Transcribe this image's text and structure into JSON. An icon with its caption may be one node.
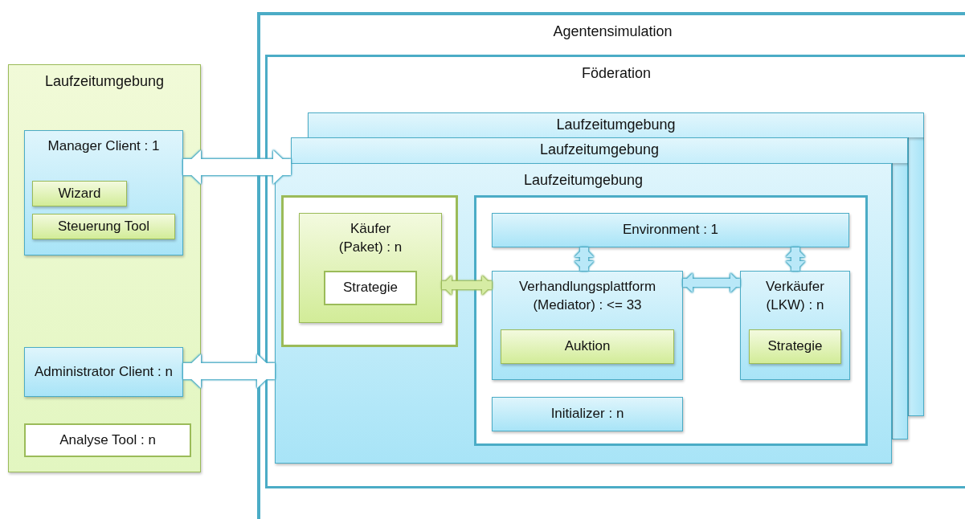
{
  "diagram": {
    "nodes": [
      {
        "text": [
          "Agentensimulation"
        ]
      },
      {
        "text": [
          "Föderation"
        ],
        "in": 0
      },
      {
        "text": [
          "Laufzeitumgebung"
        ],
        "in": 1
      },
      {
        "text": [
          "Laufzeitumgebung"
        ],
        "in": 1
      },
      {
        "text": [
          "Laufzeitumgebung"
        ],
        "in": 1
      },
      {
        "text": [],
        "shape": "box",
        "in": 4
      },
      {
        "text": [
          "Käufer (Paket) : n"
        ],
        "in": 5
      },
      {
        "text": [
          "Strategie"
        ],
        "in": 6
      },
      {
        "text": [],
        "shape": "box",
        "in": 4
      },
      {
        "text": [
          "Environment : 1"
        ],
        "in": 8
      },
      {
        "text": [
          "Verhandlungsplattform (Mediator) : <= 33"
        ],
        "in": 8
      },
      {
        "text": [
          "Auktion"
        ],
        "in": 10
      },
      {
        "text": [
          "Verkäufer (LKW) : n"
        ],
        "in": 8
      },
      {
        "text": [
          "Strategie"
        ],
        "in": 12
      },
      {
        "text": [
          "Initializer : n"
        ],
        "in": 8
      },
      {
        "text": [
          "Laufzeitumgebung"
        ]
      },
      {
        "text": [
          "Manager Client : 1"
        ],
        "in": 15
      },
      {
        "text": [
          "Wizard"
        ],
        "in": 16
      },
      {
        "text": [
          "Steuerung Tool"
        ],
        "in": 16
      },
      {
        "text": [
          "Administrator Client : n"
        ],
        "in": 15
      },
      {
        "text": [
          "Analyse Tool : n"
        ],
        "in": 15
      }
    ],
    "edges": [
      {
        "from": 16,
        "to": 3,
        "arrow": "both",
        "style": "thick"
      },
      {
        "from": 19,
        "to": 4,
        "arrow": "both",
        "style": "thick"
      },
      {
        "from": 6,
        "to": 10,
        "arrow": "both",
        "color": "#d6eca4"
      },
      {
        "from": 9,
        "to": 10,
        "arrow": "both"
      },
      {
        "from": 9,
        "to": 12,
        "arrow": "both"
      },
      {
        "from": 10,
        "to": 12,
        "arrow": "both"
      }
    ]
  }
}
